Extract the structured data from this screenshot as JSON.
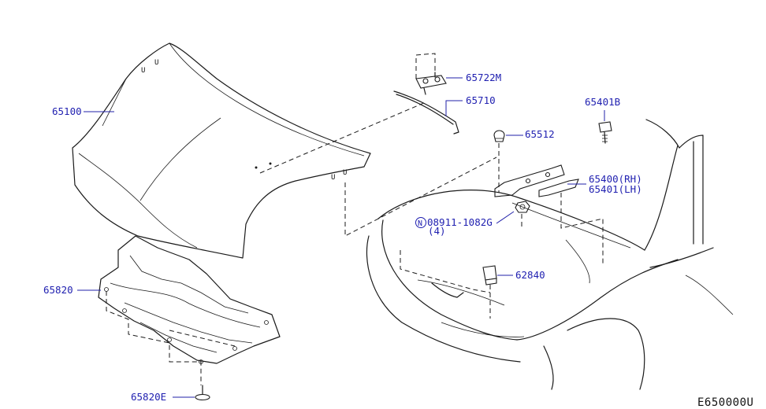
{
  "diagram_code": "E650000U",
  "labels": {
    "hood": "65100",
    "hood_lock_support": "65722M",
    "hood_rod": "65710",
    "rubber_bumper": "65512",
    "hinge_bolt": "65401B",
    "hinge_rh": "65400(RH)",
    "hinge_lh": "65401(LH)",
    "nut_marker": "N",
    "nut_part": "08911-1082G",
    "nut_qty": "(4)",
    "bumper_stop": "62840",
    "undercover": "65820",
    "undercover_clip": "65820E"
  },
  "colors": {
    "label": "#1f1fb0",
    "line": "#1a1a1a",
    "leader": "#2222aa"
  }
}
